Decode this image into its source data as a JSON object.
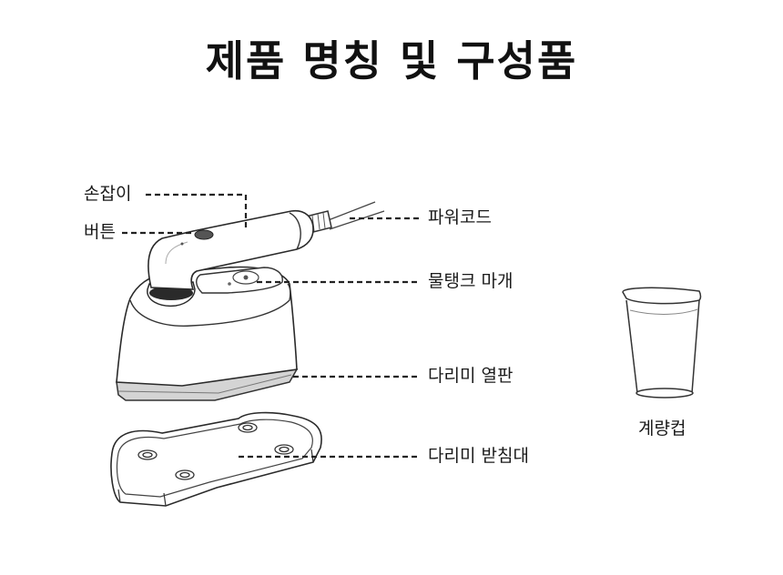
{
  "title": "제품 명칭 및 구성품",
  "parts": {
    "handle": "손잡이",
    "button": "버튼",
    "power_cord": "파워코드",
    "tank_cap": "물탱크 마개",
    "soleplate": "다리미 열판",
    "stand": "다리미 받침대",
    "measuring_cup": "계량컵"
  }
}
